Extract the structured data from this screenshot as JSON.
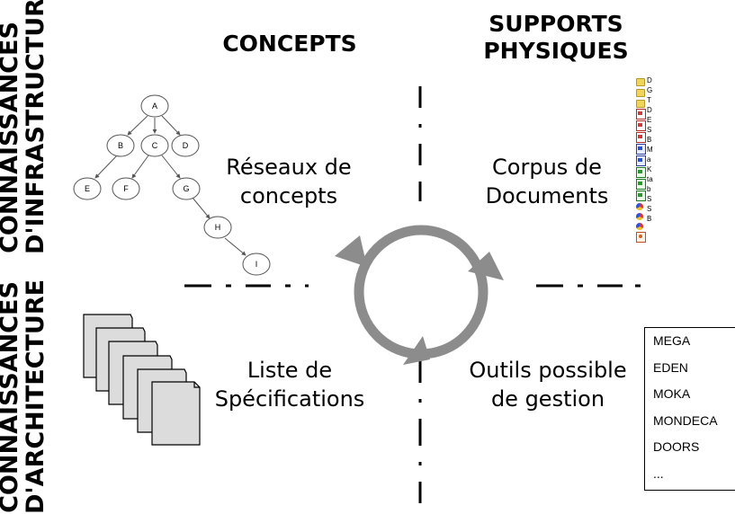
{
  "side_labels": {
    "top": [
      "CONNAISSANCES",
      "D'INFRASTRUCTURE"
    ],
    "bottom": [
      "CONNAISSANCES",
      "D'ARCHITECTURE"
    ]
  },
  "headers": {
    "concepts": "CONCEPTS",
    "supports": [
      "SUPPORTS",
      "PHYSIQUES"
    ]
  },
  "quadrants": {
    "concept_network": [
      "Réseaux de",
      "concepts"
    ],
    "document_corpus": [
      "Corpus de",
      "Documents"
    ],
    "spec_list": [
      "Liste de",
      "Spécifications"
    ],
    "tools": [
      "Outils possible",
      "de gestion"
    ]
  },
  "tree_nodes": [
    "A",
    "B",
    "C",
    "D",
    "E",
    "F",
    "G",
    "H",
    "I"
  ],
  "document_list": [
    {
      "type": "folder",
      "letter": "D"
    },
    {
      "type": "folder",
      "letter": "G"
    },
    {
      "type": "folder",
      "letter": "T"
    },
    {
      "type": "pdf",
      "letter": "D"
    },
    {
      "type": "pdf",
      "letter": "E"
    },
    {
      "type": "pdf",
      "letter": "S"
    },
    {
      "type": "word",
      "letter": "B"
    },
    {
      "type": "word",
      "letter": "M"
    },
    {
      "type": "excel",
      "letter": "a"
    },
    {
      "type": "excel",
      "letter": "K"
    },
    {
      "type": "excel",
      "letter": "ta"
    },
    {
      "type": "mega",
      "letter": "b"
    },
    {
      "type": "mega",
      "letter": "S"
    },
    {
      "type": "mega",
      "letter": "S"
    },
    {
      "type": "ppt",
      "letter": "B"
    }
  ],
  "tools_list": [
    "MEGA",
    "EDEN",
    "MOKA",
    "MONDECA",
    "DOORS",
    "..."
  ],
  "colors": {
    "cycle_arrow": "#8c8c8c",
    "page_fill": "#dcdcdc",
    "text": "#000000"
  }
}
